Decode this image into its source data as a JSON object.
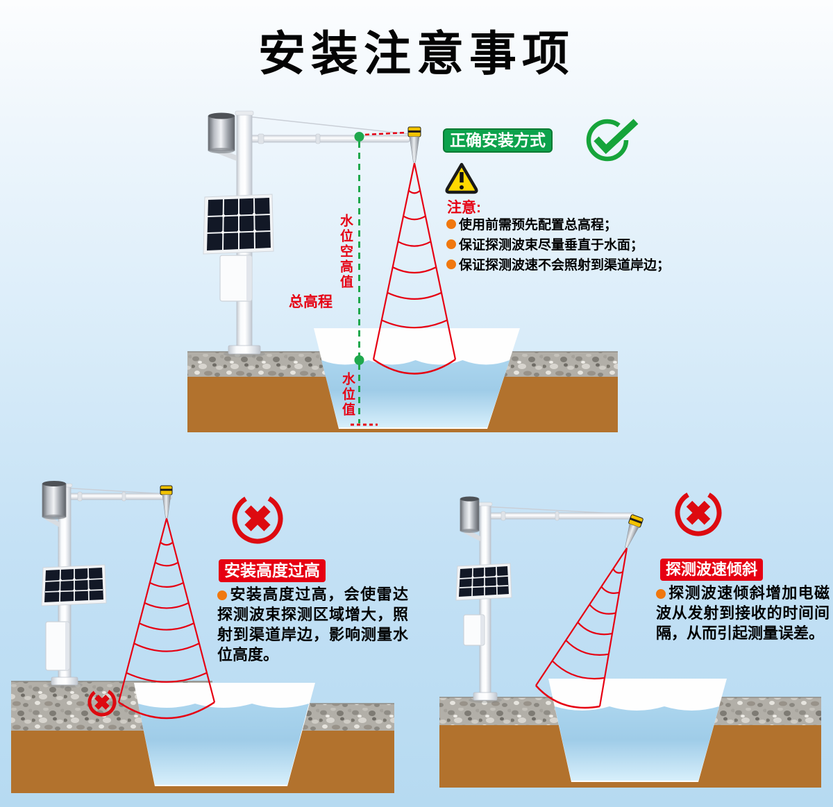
{
  "page": {
    "title": "安装注意事项"
  },
  "correct": {
    "badge": "正确安装方式",
    "note_title": "注意:",
    "notes": [
      "使用前需预先配置总高程；",
      "保证探测波束尽量垂直于水面；",
      "保证探测波速不会照射到渠道岸边；"
    ],
    "labels": {
      "air_height": "水位空高值",
      "total_elevation": "总高程",
      "water_level": "水位值"
    }
  },
  "too_high": {
    "badge": "安装高度过高",
    "text": "安装高度过高，会使雷达探测波束探测区域增大，照射到渠道岸边，影响测量水位高度。"
  },
  "tilted": {
    "badge": "探测波速倾斜",
    "text": "探测波速倾斜增加电磁波从发射到接收的时间间隔，从而引起测量误差。"
  },
  "icons": {
    "correct": "check-circle-icon",
    "wrong": "x-circle-icon",
    "warning": "warning-triangle-icon",
    "bullet": "bullet-dot-icon"
  },
  "colors": {
    "accent_red": "#e60012",
    "accent_green": "#0ca24c",
    "bullet_orange": "#f0780f",
    "beam_red": "#e60012",
    "guide_green": "#1fa84d",
    "earth_brown": "#b2722d",
    "water_blue": "#aad4ee",
    "warning_yellow": "#ffd800"
  }
}
